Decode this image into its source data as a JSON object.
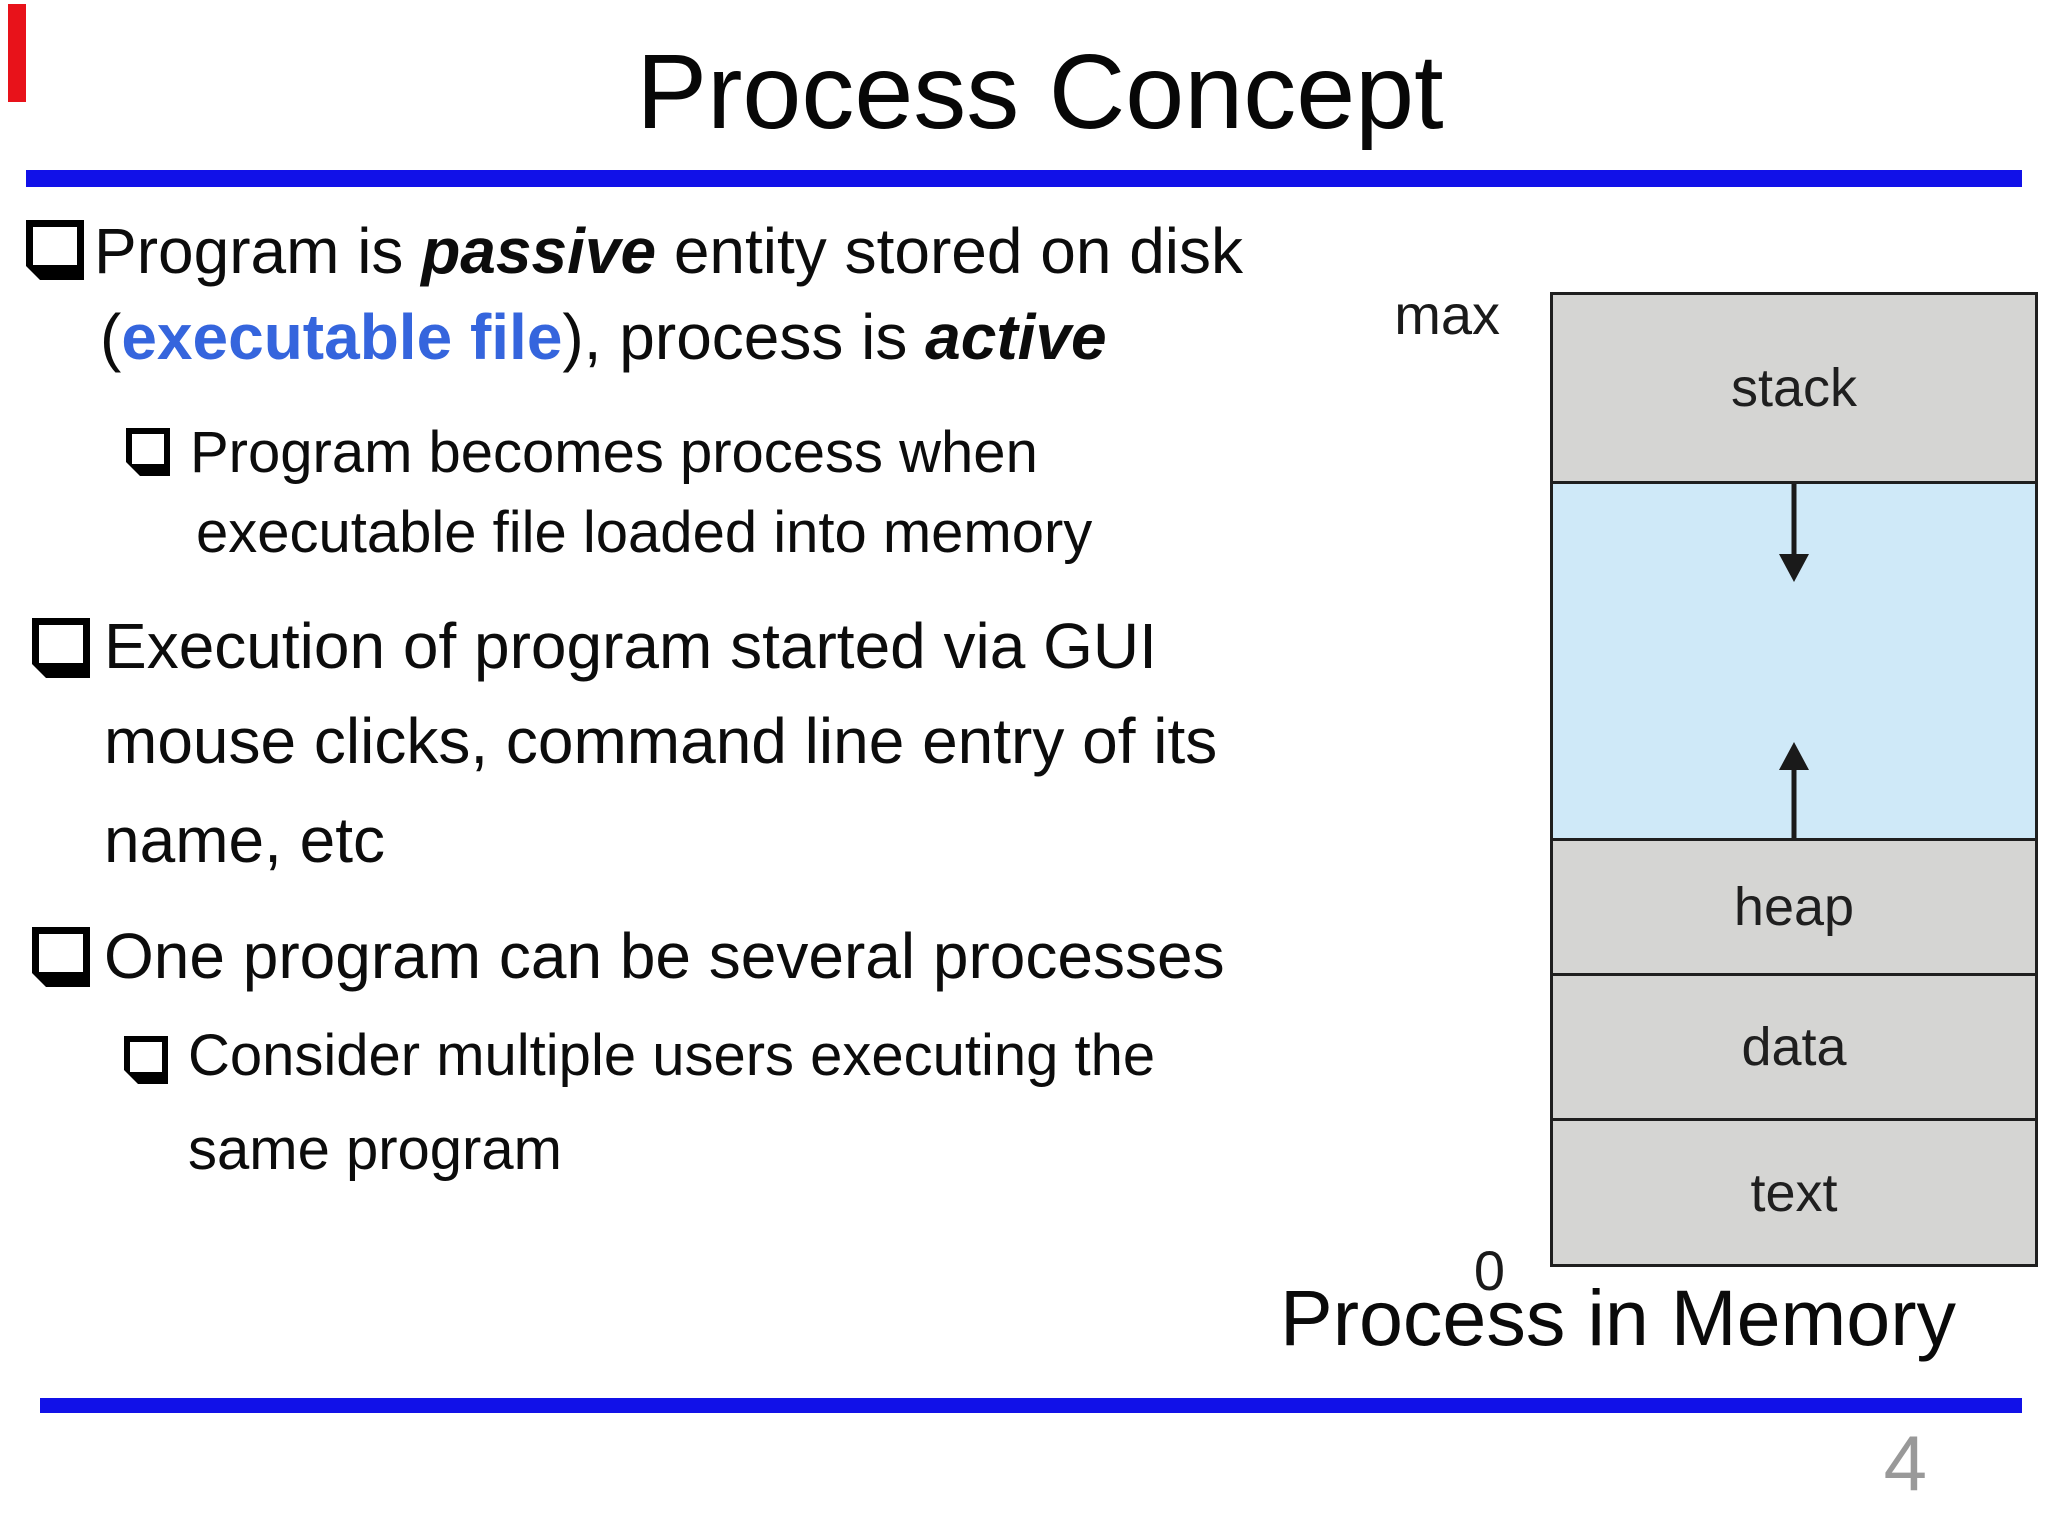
{
  "slide": {
    "title": "Process Concept",
    "page_number": "4",
    "colors": {
      "rule_blue": "#1111e8",
      "keyword_blue": "#3565dd",
      "red_marker": "#e8121a",
      "diagram_gray": "#d5d5d3",
      "diagram_hole_blue": "#cfe9f8",
      "page_number_gray": "#999999"
    },
    "content": {
      "bullet1": {
        "line1": {
          "pre": "Program is ",
          "em": "passive",
          "post": " entity stored on disk"
        },
        "line2": {
          "pre": "(",
          "keyword": "executable file",
          "mid": "), process is ",
          "em": "active"
        }
      },
      "sub1": {
        "line1": "Program becomes process when",
        "line2": "executable file loaded into memory"
      },
      "bullet2": {
        "line1": "Execution of program started via GUI",
        "line2": "mouse clicks, command line entry of its",
        "line3": "name, etc"
      },
      "bullet3": {
        "line1": "One program can be several processes"
      },
      "sub2": {
        "line1": "Consider multiple users executing the",
        "line2": "same program"
      }
    },
    "diagram": {
      "label_max": "max",
      "label_zero": "0",
      "stack_label": "stack",
      "heap_label": "heap",
      "data_label": "data",
      "text_label": "text",
      "caption": "Process in Memory"
    }
  }
}
